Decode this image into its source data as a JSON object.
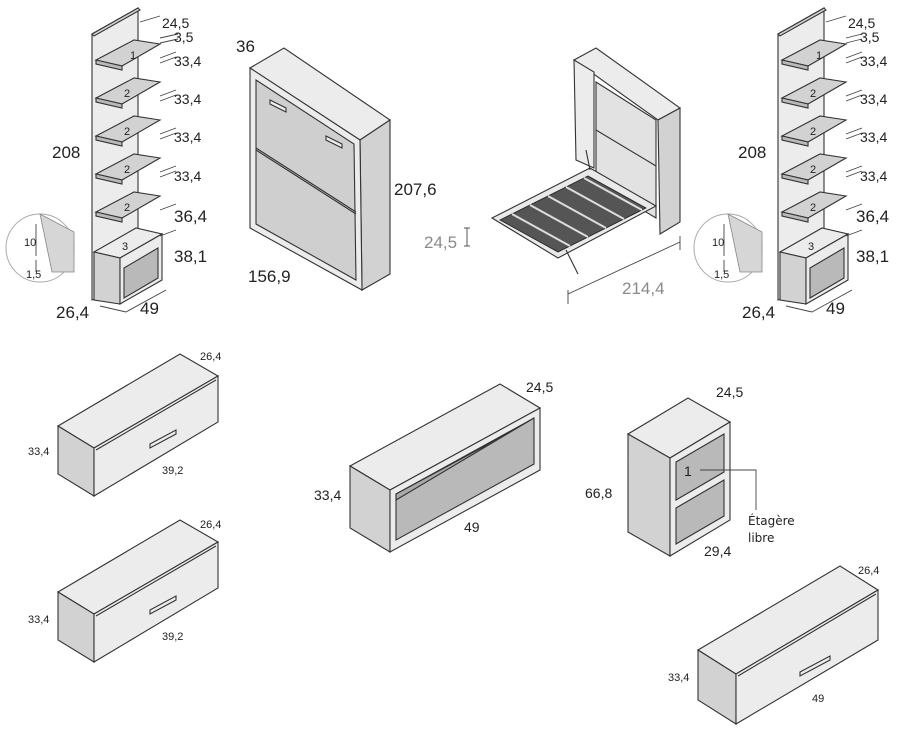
{
  "column_left": {
    "dims": {
      "top_depth": "24,5",
      "top_thick": "3,5",
      "shelf_h": "33,4",
      "height": "208",
      "shelf_low": "36,4",
      "box_h": "38,1",
      "depth": "26,4",
      "width": "49"
    },
    "shelf_numbers": [
      "1",
      "2",
      "2",
      "2",
      "2",
      "3"
    ],
    "detail": {
      "a": "10",
      "b": "1,5"
    }
  },
  "bed_closed": {
    "dims": {
      "depth": "36",
      "height": "207,6",
      "width": "156,9"
    }
  },
  "bed_open": {
    "dims": {
      "leg": "24,5",
      "length": "214,4"
    }
  },
  "column_right": {
    "dims": {
      "top_depth": "24,5",
      "top_thick": "3,5",
      "shelf_h": "33,4",
      "height": "208",
      "shelf_low": "36,4",
      "box_h": "38,1",
      "depth": "26,4",
      "width": "49"
    },
    "shelf_numbers": [
      "1",
      "2",
      "2",
      "2",
      "2",
      "3"
    ],
    "detail": {
      "a": "10",
      "b": "1,5"
    }
  },
  "wall_units": [
    {
      "depth": "26,4",
      "height": "33,4",
      "width": "39,2"
    },
    {
      "depth": "26,4",
      "height": "33,4",
      "width": "39,2"
    }
  ],
  "open_shelf": {
    "depth": "24,5",
    "height": "33,4",
    "width": "49"
  },
  "tall_shelf": {
    "depth": "24,5",
    "height": "66,8",
    "width": "29,4",
    "number": "1",
    "note_line1": "Étagère",
    "note_line2": "libre"
  },
  "wall_unit_wide": {
    "depth": "26,4",
    "height": "33,4",
    "width": "49"
  }
}
